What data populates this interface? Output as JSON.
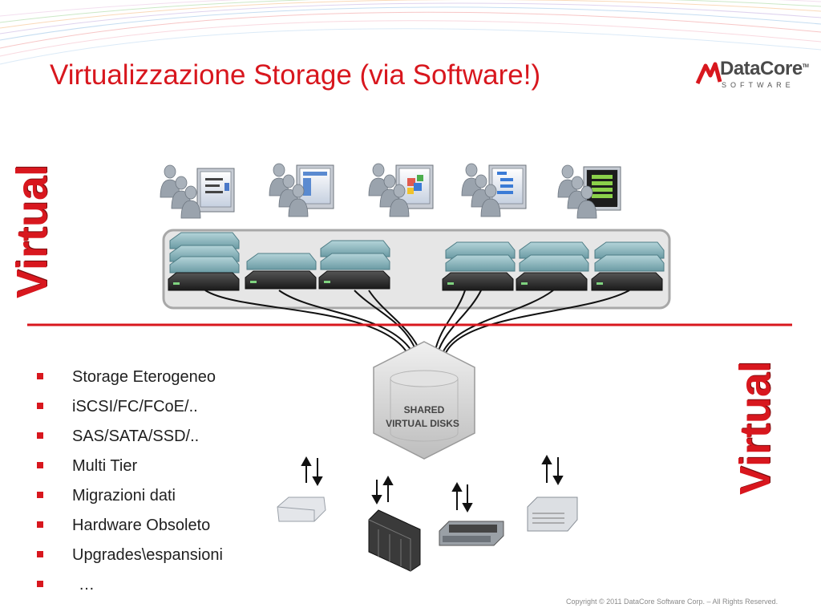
{
  "title": "Virtualizzazione Storage (via Software!)",
  "logo": {
    "name": "DataCore",
    "tm": "TM",
    "sub": "SOFTWARE"
  },
  "virtual_label_left": "Virtual",
  "virtual_label_right": "Virtual",
  "disk_label_line1": "SHARED",
  "disk_label_line2": "VIRTUAL DISKS",
  "bullets": [
    "Storage Eterogeneo",
    "iSCSI/FC/FCoE/..",
    "SAS/SATA/SSD/..",
    "Multi Tier",
    "Migrazioni dati",
    "Hardware Obsoleto",
    "Upgrades\\espansioni",
    "…"
  ],
  "copyright": "Copyright © 2011 DataCore Software Corp. – All Rights Reserved.",
  "colors": {
    "accent": "#d8171e",
    "server": "#6fa3ad",
    "panel": "#e6e6e6"
  }
}
